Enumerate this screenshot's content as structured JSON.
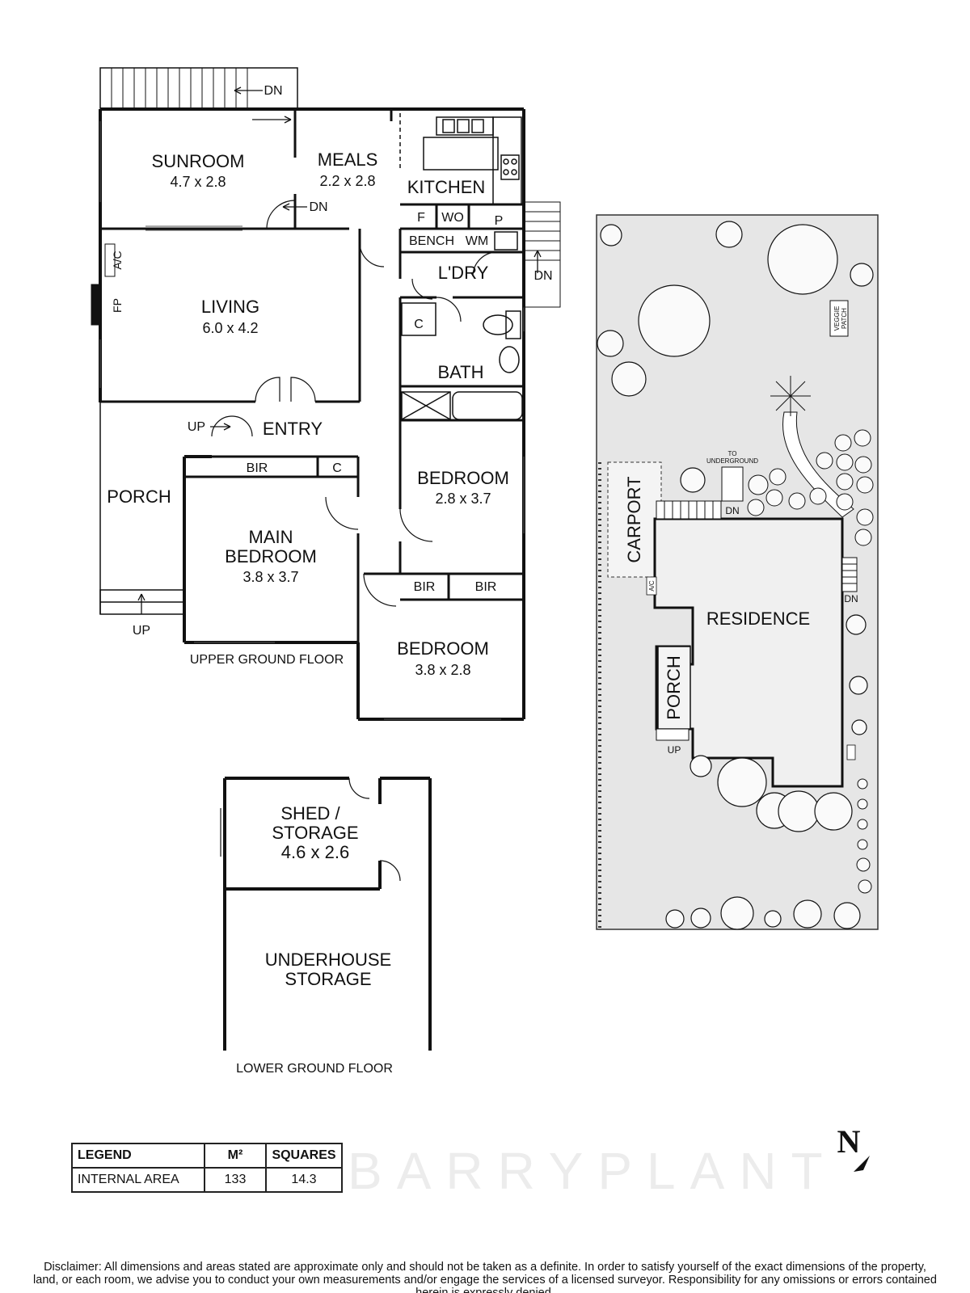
{
  "rooms": {
    "sunroom": {
      "name": "SUNROOM",
      "dim": "4.7 x 2.8"
    },
    "meals": {
      "name": "MEALS",
      "dim": "2.2 x 2.8"
    },
    "kitchen": {
      "name": "KITCHEN"
    },
    "living": {
      "name": "LIVING",
      "dim": "6.0 x 4.2"
    },
    "laundry": {
      "name": "L'DRY"
    },
    "bath": {
      "name": "BATH"
    },
    "entry": {
      "name": "ENTRY"
    },
    "porch": {
      "name": "PORCH"
    },
    "main_bedroom": {
      "name1": "MAIN",
      "name2": "BEDROOM",
      "dim": "3.8 x 3.7"
    },
    "bedroom2": {
      "name": "BEDROOM",
      "dim": "2.8 x 3.7"
    },
    "bedroom3": {
      "name": "BEDROOM",
      "dim": "3.8 x 2.8"
    },
    "shed": {
      "name1": "SHED /",
      "name2": "STORAGE",
      "dim": "4.6 x 2.6"
    },
    "underhouse": {
      "name1": "UNDERHOUSE",
      "name2": "STORAGE"
    }
  },
  "fixtures": {
    "fridge": "F",
    "wall_oven": "WO",
    "pantry": "P",
    "bench": "BENCH",
    "washing_machine": "WM",
    "cupboard": "C",
    "bir": "BIR",
    "ac": "A/C",
    "fireplace": "FP",
    "down": "DN",
    "up": "UP"
  },
  "floor_labels": {
    "upper": "UPPER GROUND FLOOR",
    "lower": "LOWER GROUND FLOOR"
  },
  "site": {
    "residence": "RESIDENCE",
    "carport": "CARPORT",
    "porch": "PORCH",
    "to_underground_1": "TO",
    "to_underground_2": "UNDERGROUND",
    "veggie_1": "VEGGIE",
    "veggie_2": "PATCH",
    "ac": "A/C",
    "dn": "DN",
    "up": "UP"
  },
  "legend": {
    "headers": [
      "LEGEND",
      "M²",
      "SQUARES"
    ],
    "rows": [
      {
        "label": "INTERNAL AREA",
        "m2": "133",
        "squares": "14.3"
      }
    ]
  },
  "watermark": "BARRYPLANT",
  "north": "N",
  "disclaimer": "Disclaimer: All dimensions and areas stated are approximate only and should not be taken as a definite. In order to satisfy yourself of the exact dimensions of the property, land, or each room, we advise you to conduct your own measurements and/or engage the services of a licensed surveyor. Responsibility for any omissions or errors contained herein is expressly denied.",
  "colors": {
    "wall": "#111111",
    "site_fill": "#e6e6e6",
    "residence_fill": "#f0f0f0"
  }
}
